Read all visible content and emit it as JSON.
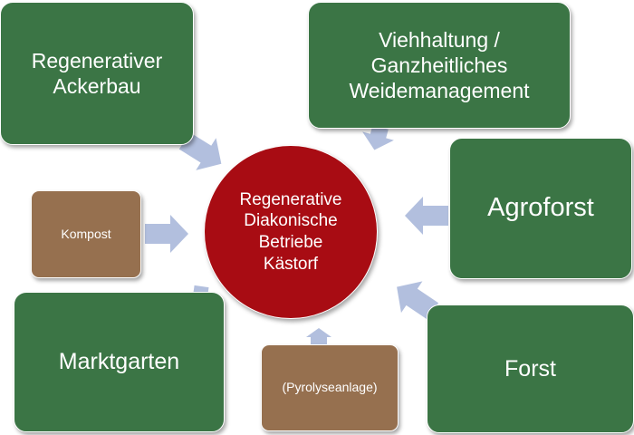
{
  "center": {
    "label": "Regenerative\nDiakonische\nBetriebe\nKästorf",
    "color": "#a80c13"
  },
  "nodes": {
    "regenerativer_ackerbau": {
      "label": "Regenerativer\nAckerbau"
    },
    "viehhaltung": {
      "label": "Viehhaltung /\nGanzheitliches\nWeidemanagement"
    },
    "agroforst": {
      "label": "Agroforst"
    },
    "kompost": {
      "label": "Kompost"
    },
    "marktgarten": {
      "label": "Marktgarten"
    },
    "pyrolyseanlage": {
      "label": "(Pyrolyseanlage)"
    },
    "forst": {
      "label": "Forst"
    }
  },
  "colors": {
    "green_box": "#3b7545",
    "brown_box": "#96704f",
    "arrow": "#b2bfde"
  }
}
